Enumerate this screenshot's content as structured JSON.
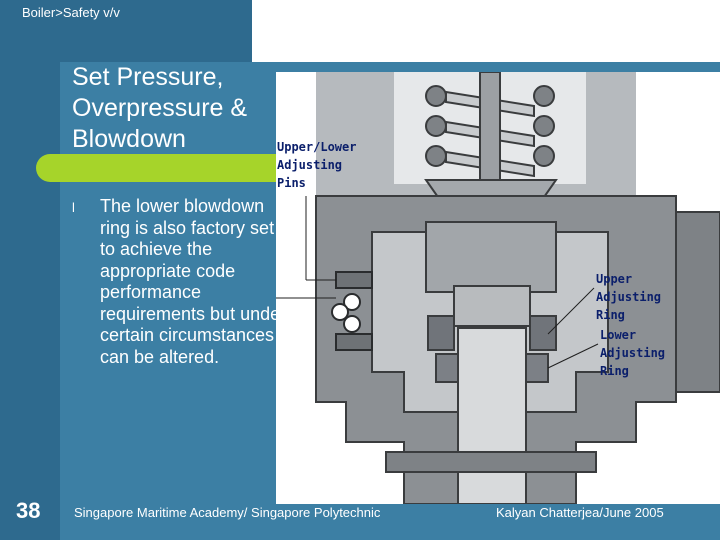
{
  "header": {
    "breadcrumb": "Boiler>Safety v/v"
  },
  "slide": {
    "title": "Set Pressure, Overpressure & Blowdown",
    "bullet_marker": "l",
    "bullet_text": "The lower blowdown ring is also factory set to achieve the appropriate code performance requirements but under certain circumstances can be altered.",
    "number": "38"
  },
  "diagram": {
    "labels": {
      "top": [
        "Upper/Lower",
        "Adjusting",
        "Pins"
      ],
      "upper_ring": [
        "Upper",
        "Adjusting",
        "Ring"
      ],
      "lower_ring": [
        "Lower",
        "Adjusting",
        "Ring"
      ]
    }
  },
  "footer": {
    "left": "Singapore Maritime Academy/ Singapore Polytechnic",
    "right": "Kalyan Chatterjea/June 2005"
  },
  "colors": {
    "sidebar": "#2e6a8e",
    "content_bg": "#3c7fa4",
    "accent_green": "#a6d42a",
    "valve_metal": "#8c9094",
    "label_text": "#0b1f6b"
  }
}
